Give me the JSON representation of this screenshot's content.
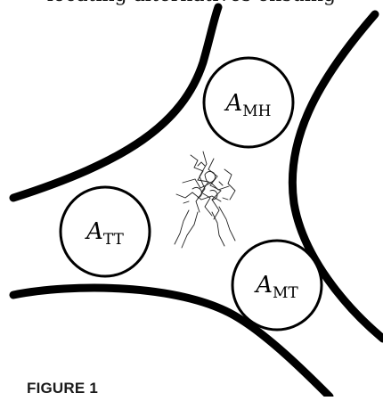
{
  "header_cut_text": "locating alternatives ensuing",
  "circles": [
    {
      "id": "mh",
      "var": "A",
      "sub": "MH"
    },
    {
      "id": "tt",
      "var": "A",
      "sub": "TT"
    },
    {
      "id": "mt",
      "var": "A",
      "sub": "MT"
    }
  ],
  "figure_caption": "FIGURE 1",
  "colors": {
    "line": "#000000",
    "background": "#ffffff"
  }
}
